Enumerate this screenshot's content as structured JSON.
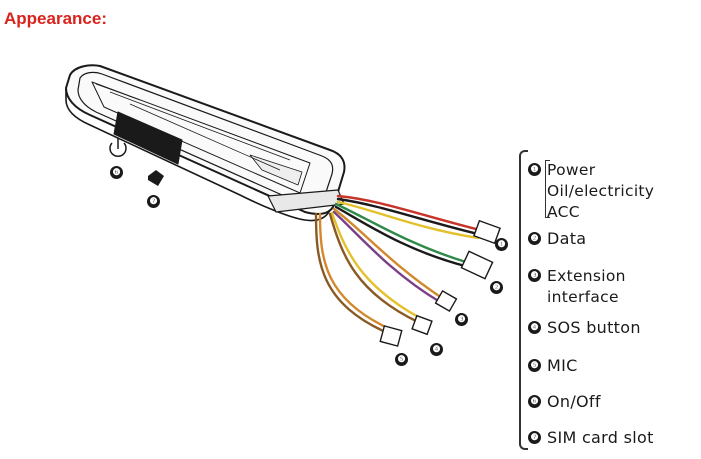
{
  "title": "Appearance:",
  "legend": [
    {
      "num": "❶",
      "lines": [
        "Power",
        "Oil/electricity",
        "ACC"
      ]
    },
    {
      "num": "❷",
      "lines": [
        "Data"
      ]
    },
    {
      "num": "❸",
      "lines": [
        "Extension",
        "interface"
      ]
    },
    {
      "num": "❹",
      "lines": [
        "SOS button"
      ]
    },
    {
      "num": "❺",
      "lines": [
        "MIC"
      ]
    },
    {
      "num": "❻",
      "lines": [
        "On/Off"
      ]
    },
    {
      "num": "❼",
      "lines": [
        "SIM card slot"
      ]
    }
  ],
  "wire_colors": {
    "red": "#c8342a",
    "green": "#2f8a4a",
    "brown": "#8a5a24",
    "orange": "#d2892d",
    "yellow": "#e3c12a",
    "purple": "#7a3f86",
    "black": "#1a1a1a"
  },
  "icons": [
    "power-icon",
    "sim-card-icon"
  ]
}
